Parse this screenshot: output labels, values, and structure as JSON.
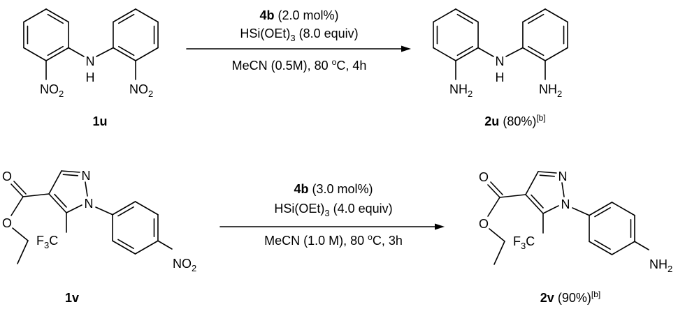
{
  "atoms": {
    "N": "N",
    "H": "H",
    "NO": "NO",
    "NH": "NH",
    "O": "O",
    "F": "F",
    "C": "C",
    "sub2": "2",
    "sub3": "3"
  },
  "reactions": [
    {
      "reactant": "1u",
      "product": "2u",
      "yield": "(80%)",
      "note": "[b]",
      "catalyst": "4b",
      "catalyst_loading": "(2.0 mol%)",
      "reagent": "HSi(OEt)",
      "reagent_sub": "3",
      "reagent_amount": "(8.0 equiv)",
      "solvent_temp": "MeCN (0.5M), 80 ",
      "degree": "o",
      "temp_time": "C, 4h"
    },
    {
      "reactant": "1v",
      "product": "2v",
      "yield": "(90%)",
      "note": "[b]",
      "catalyst": "4b",
      "catalyst_loading": "(3.0 mol%)",
      "reagent": "HSi(OEt)",
      "reagent_sub": "3",
      "reagent_amount": "(4.0 equiv)",
      "solvent_temp": "MeCN (1.0 M), 80 ",
      "degree": "o",
      "temp_time": "C, 3h"
    }
  ]
}
